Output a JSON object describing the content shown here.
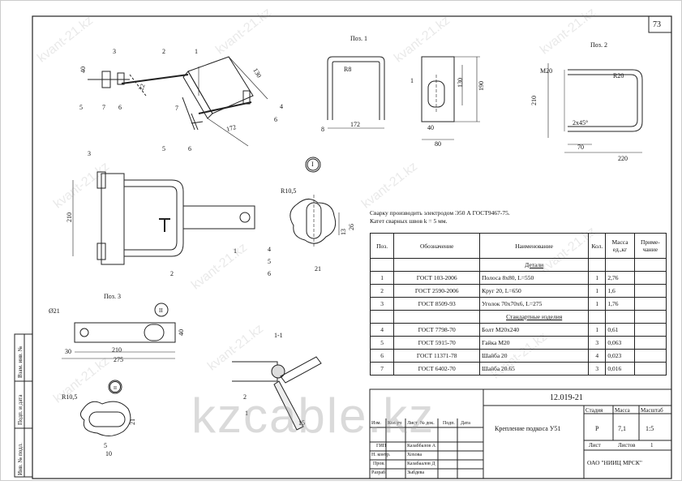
{
  "sheet": {
    "page_number": "73",
    "drawing_number": "12.019-21",
    "drawing_title": "Крепление подкоса У51",
    "organization": "ОАО \"НИИЦ МРСК\"",
    "stage_header": "Стадия",
    "mass_header": "Масса",
    "scale_header": "Масштаб",
    "stage": "Р",
    "mass": "7,1",
    "scale": "1:5",
    "sheet_label": "Лист",
    "sheets_label": "Листов",
    "sheets_count": "1",
    "note_line1": "Сварку производить электродом Э50 А ГОСТ9467-75.",
    "note_line2": "Катет сварных швов k = 5 мм.",
    "watermark_big": "kzcable.kz",
    "watermark_small": "kvant-21.kz"
  },
  "signatures": {
    "col_headers": [
      "Изм.",
      "Кол.уч",
      "Лист",
      "№ док.",
      "Подп.",
      "Дата"
    ],
    "rows": [
      {
        "role": "ГИП",
        "name": "Казаббалов А"
      },
      {
        "role": "Н. контр.",
        "name": "Хохова"
      },
      {
        "role": "Пров.",
        "name": "Казабаалов Д"
      },
      {
        "role": "Разраб.",
        "name": "Зыбдева"
      }
    ]
  },
  "side_columns": [
    "Взам. инв. №",
    "Подп. и дата",
    "Инв. № подл."
  ],
  "spec_table": {
    "headers": {
      "pos": "Поз.",
      "designation": "Обозначение",
      "name": "Наименование",
      "qty": "Кол.",
      "mass": "Масса ед.,кг",
      "note": "Приме-чание"
    },
    "section_details": "Детали",
    "section_standard": "Стандартные изделия",
    "details": [
      {
        "pos": "1",
        "designation": "ГОСТ 103-2006",
        "name": "Полоса 8х80, L=550",
        "qty": "1",
        "mass": "2,76"
      },
      {
        "pos": "2",
        "designation": "ГОСТ 2590-2006",
        "name": "Круг 20, L=650",
        "qty": "1",
        "mass": "1,6"
      },
      {
        "pos": "3",
        "designation": "ГОСТ 8509-93",
        "name": "Уголок 70х70х6, L=275",
        "qty": "1",
        "mass": "1,76"
      }
    ],
    "standard": [
      {
        "pos": "4",
        "designation": "ГОСТ 7798-70",
        "name": "Болт М20х240",
        "qty": "1",
        "mass": "0,61"
      },
      {
        "pos": "5",
        "designation": "ГОСТ 5915-70",
        "name": "Гайка М20",
        "qty": "3",
        "mass": "0,063"
      },
      {
        "pos": "6",
        "designation": "ГОСТ 11371-78",
        "name": "Шайба 20",
        "qty": "4",
        "mass": "0,023"
      },
      {
        "pos": "7",
        "designation": "ГОСТ 6402-70",
        "name": "Шайба 20.65",
        "qty": "3",
        "mass": "0,016"
      }
    ]
  },
  "views": {
    "pos1_title": "Поз. 1",
    "pos2_title": "Поз. 2",
    "pos3_title": "Поз. 3",
    "section_title": "1-1",
    "callout_I": "I",
    "callout_II": "II",
    "dims_pos1": [
      "R8",
      "172",
      "8",
      "130",
      "190",
      "40",
      "80",
      "1"
    ],
    "dims_pos2": [
      "M20",
      "R20",
      "210",
      "2x45°",
      "70",
      "220"
    ],
    "dims_pos3": [
      "Ø21",
      "30",
      "210",
      "275",
      "40"
    ],
    "dims_detail_I": [
      "R10,5",
      "26",
      "13",
      "21"
    ],
    "dims_detail_II": [
      "R10,5",
      "21",
      "5",
      "10"
    ],
    "dims_assembly": [
      "40",
      "22",
      "130",
      "172",
      "210",
      "2",
      "3",
      "1",
      "5",
      "7",
      "6",
      "4"
    ]
  }
}
